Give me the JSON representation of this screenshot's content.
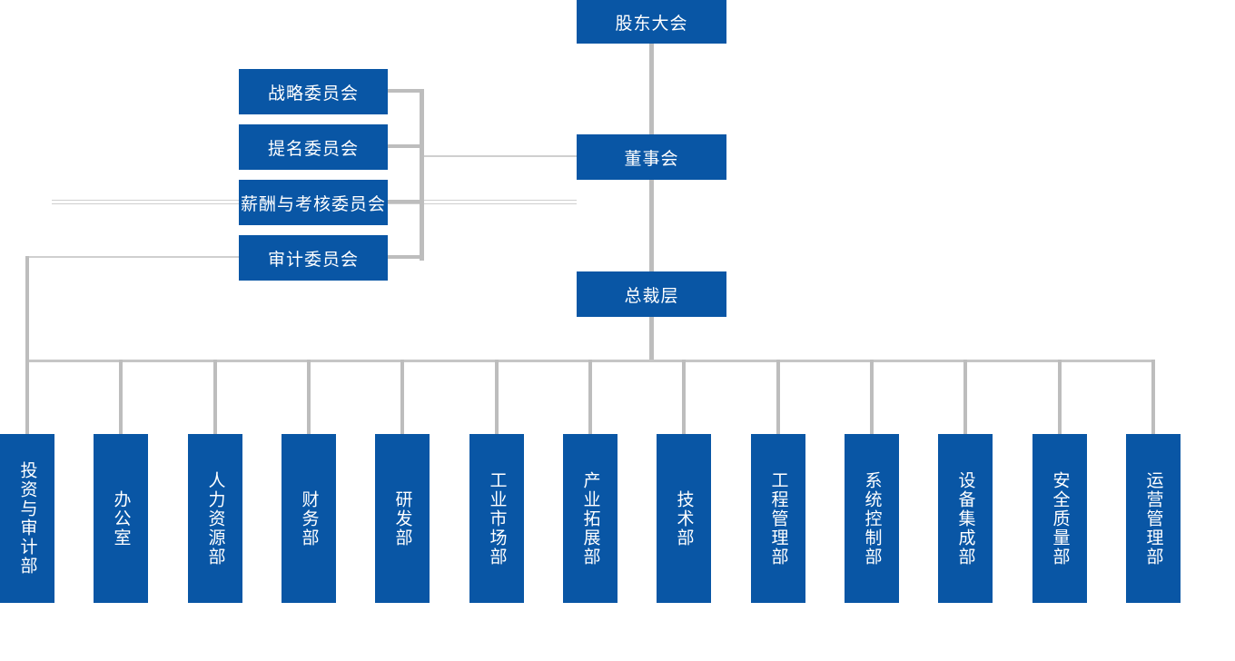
{
  "org_chart": {
    "type": "org-hierarchy",
    "root": {
      "label": "股东大会"
    },
    "board": {
      "label": "董事会"
    },
    "president": {
      "label": "总裁层"
    },
    "board_committees": [
      {
        "label": "战略委员会"
      },
      {
        "label": "提名委员会"
      },
      {
        "label": "薪酬与考核委员会"
      },
      {
        "label": "审计委员会"
      }
    ],
    "departments": [
      {
        "label": "投资与审计部"
      },
      {
        "label": "办公室"
      },
      {
        "label": "人力资源部"
      },
      {
        "label": "财务部"
      },
      {
        "label": "研发部"
      },
      {
        "label": "工业市场部"
      },
      {
        "label": "产业拓展部"
      },
      {
        "label": "技术部"
      },
      {
        "label": "工程管理部"
      },
      {
        "label": "系统控制部"
      },
      {
        "label": "设备集成部"
      },
      {
        "label": "安全质量部"
      },
      {
        "label": "运营管理部"
      }
    ]
  },
  "colors": {
    "node_blue": "#0956a5",
    "node_text": "#ffffff",
    "connector_gray": "#bdbdbd",
    "connector_light_gray": "#cfcfcf",
    "background": "#ffffff"
  }
}
